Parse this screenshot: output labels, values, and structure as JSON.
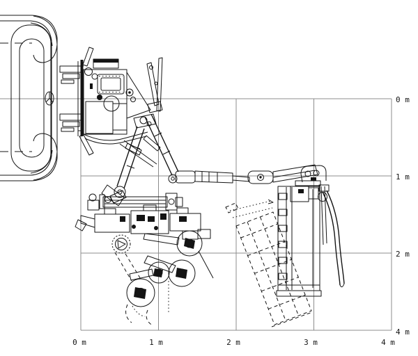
{
  "figure": {
    "background": "#ffffff",
    "line_color": "#141414",
    "grid_color": "#8c8c8c",
    "text_color": "#141414",
    "unit": "m"
  },
  "axes": {
    "x_ticks": [
      "0 m",
      "1 m",
      "2 m",
      "3 m",
      "4 m"
    ],
    "y_ticks": [
      "0 m",
      "1 m",
      "2 m",
      "4 m"
    ]
  },
  "drawing_parts": {
    "tractor": "tractor-front-view",
    "emblem": "mercedes-star-emblem",
    "frame": "front-linkage-frame",
    "arms": "lift-arms",
    "boom": "telescopic-boom",
    "left_implement": "rotary-disc-implement",
    "right_implement": "flail-mower-implement",
    "hose": "hydraulic-hose"
  }
}
